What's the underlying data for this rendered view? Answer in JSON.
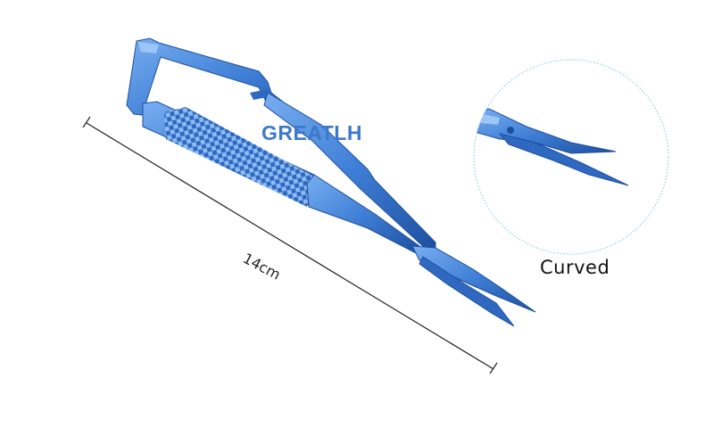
{
  "product": {
    "brand_watermark": "GREATLH",
    "length_label": "14cm",
    "detail_label": "Curved",
    "item_name": "curved micro scissors",
    "colors": {
      "instrument_blue": "#3f7fd6",
      "instrument_dark": "#1d4fa0",
      "watermark": "#3d79c9",
      "dimension_line": "#222222",
      "detail_circle_border": "#8fd0dc"
    }
  }
}
